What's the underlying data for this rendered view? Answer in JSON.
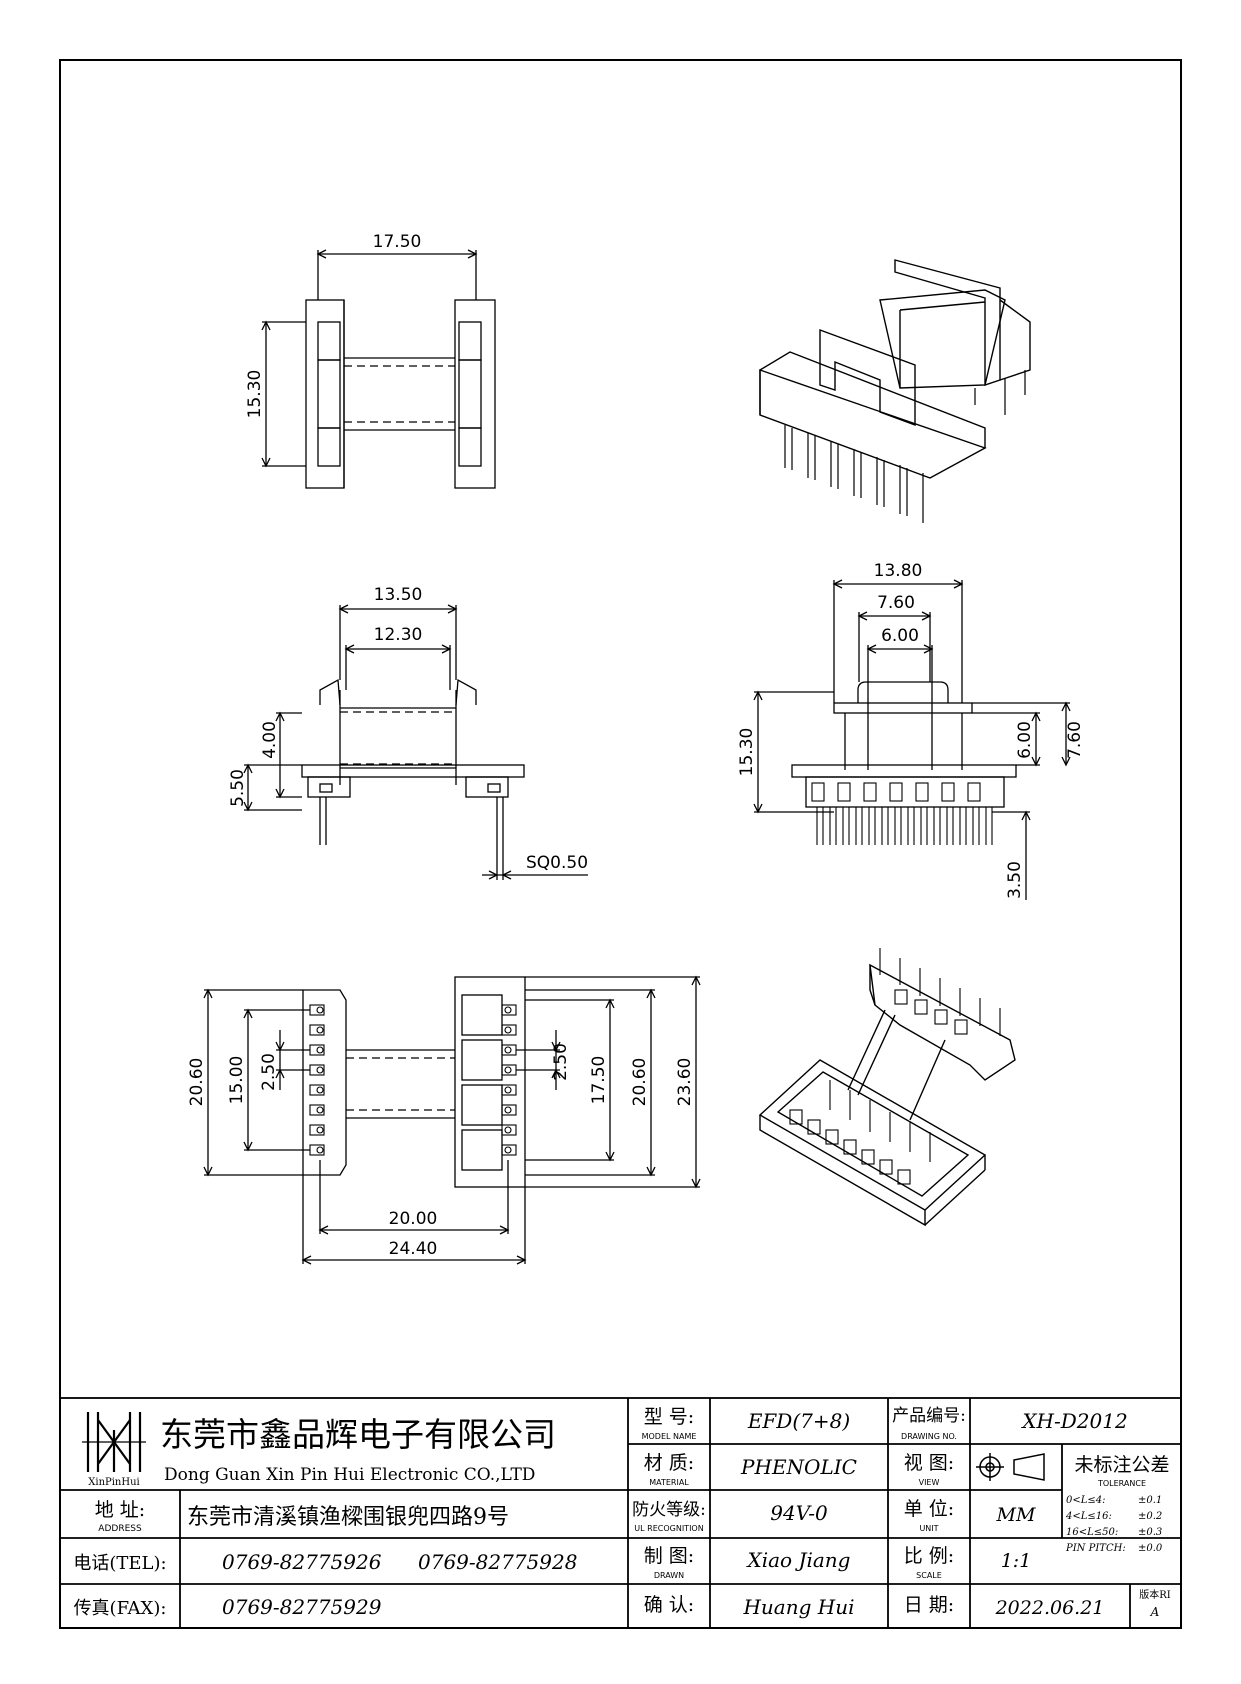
{
  "dimensions": {
    "top_width": "17.50",
    "top_height": "15.30",
    "side_outer": "13.50",
    "side_inner": "12.30",
    "side_flange": "4.00",
    "side_base": "5.50",
    "side_pin": "SQ0.50",
    "front_overall": "13.80",
    "front_flange": "7.60",
    "front_core": "6.00",
    "front_height": "15.30",
    "front_core_h": "6.00",
    "front_flange_h": "7.60",
    "front_pin_len": "3.50",
    "bottom_left_overall": "20.60",
    "bottom_left_span": "15.00",
    "bottom_left_pitch": "2.50",
    "bottom_right_pitch": "2.50",
    "bottom_right_span": "17.50",
    "bottom_right_mid": "20.60",
    "bottom_right_overall": "23.60",
    "bottom_pin_row": "20.00",
    "bottom_total": "24.40"
  },
  "title_block": {
    "logo_text": "XinPinHui",
    "company_cn": "东莞市鑫品辉电子有限公司",
    "company_en": "Dong Guan Xin Pin Hui Electronic CO.,LTD",
    "address_label": "地  址:",
    "address_label_en": "ADDRESS",
    "address": "东莞市清溪镇渔樑围银兜四路9号",
    "tel_label": "电话(TEL):",
    "tel_1": "0769-82775926",
    "tel_2": "0769-82775928",
    "fax_label": "传真(FAX):",
    "fax": "0769-82775929",
    "model_label": "型  号:",
    "model_label_en": "MODEL NAME",
    "model": "EFD(7+8)",
    "material_label": "材  质:",
    "material_label_en": "MATERIAL",
    "material": "PHENOLIC",
    "ul_label": "防火等级:",
    "ul_label_en": "UL RECOGNITION",
    "ul": "94V-0",
    "drawn_label": "制  图:",
    "drawn_label_en": "DRAWN",
    "drawn": "Xiao Jiang",
    "confirm_label": "确  认:",
    "confirm": "Huang Hui",
    "drawing_no_label": "产品编号:",
    "drawing_no_label_en": "DRAWING NO.",
    "drawing_no": "XH-D2012",
    "view_label": "视  图:",
    "view_label_en": "VIEW",
    "unit_label": "单  位:",
    "unit_label_en": "UNIT",
    "unit": "MM",
    "scale_label": "比  例:",
    "scale_label_en": "SCALE",
    "scale": "1:1",
    "date_label": "日  期:",
    "date": "2022.06.21",
    "tolerance_label": "未标注公差",
    "tolerance_label_en": "TOLERANCE",
    "tol_1_range": "0<L≤4:",
    "tol_1": "±0.1",
    "tol_2_range": "4<L≤16:",
    "tol_2": "±0.2",
    "tol_3_range": "16<L≤50:",
    "tol_3": "±0.3",
    "tol_4_range": "PIN PITCH:",
    "tol_4": "±0.0",
    "version_label": "版本RI",
    "version": "A"
  }
}
